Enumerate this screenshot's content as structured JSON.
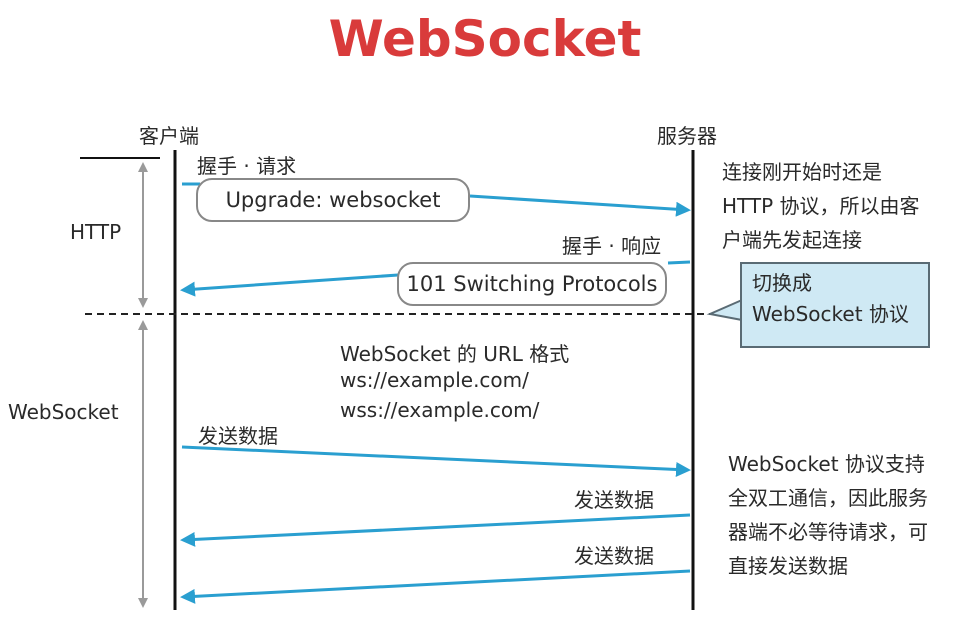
{
  "title": "WebSocket",
  "colors": {
    "title": "#d93b3b",
    "arrow": "#2a9fd0",
    "callout_bg": "#cfe9f4",
    "phase_arrow": "#9a9a9a"
  },
  "actors": {
    "client": "客户端",
    "server": "服务器"
  },
  "phases": {
    "http": "HTTP",
    "websocket": "WebSocket"
  },
  "messages": {
    "handshake_request_label": "握手 · 请求",
    "handshake_request_box": "Upgrade: websocket",
    "handshake_response_label": "握手 · 响应",
    "handshake_response_box": "101 Switching Protocols",
    "send_data_1": "发送数据",
    "send_data_2": "发送数据",
    "send_data_3": "发送数据"
  },
  "url_format": {
    "heading": "WebSocket 的 URL 格式",
    "ws": "ws://example.com/",
    "wss": "wss://example.com/"
  },
  "notes": {
    "http_note": "连接刚开始时还是 HTTP 协议，所以由客户端先发起连接",
    "switch_callout_line1": "切换成",
    "switch_callout_line2": "WebSocket 协议",
    "ws_note": "WebSocket 协议支持全双工通信，因此服务器端不必等待请求，可直接发送数据"
  }
}
